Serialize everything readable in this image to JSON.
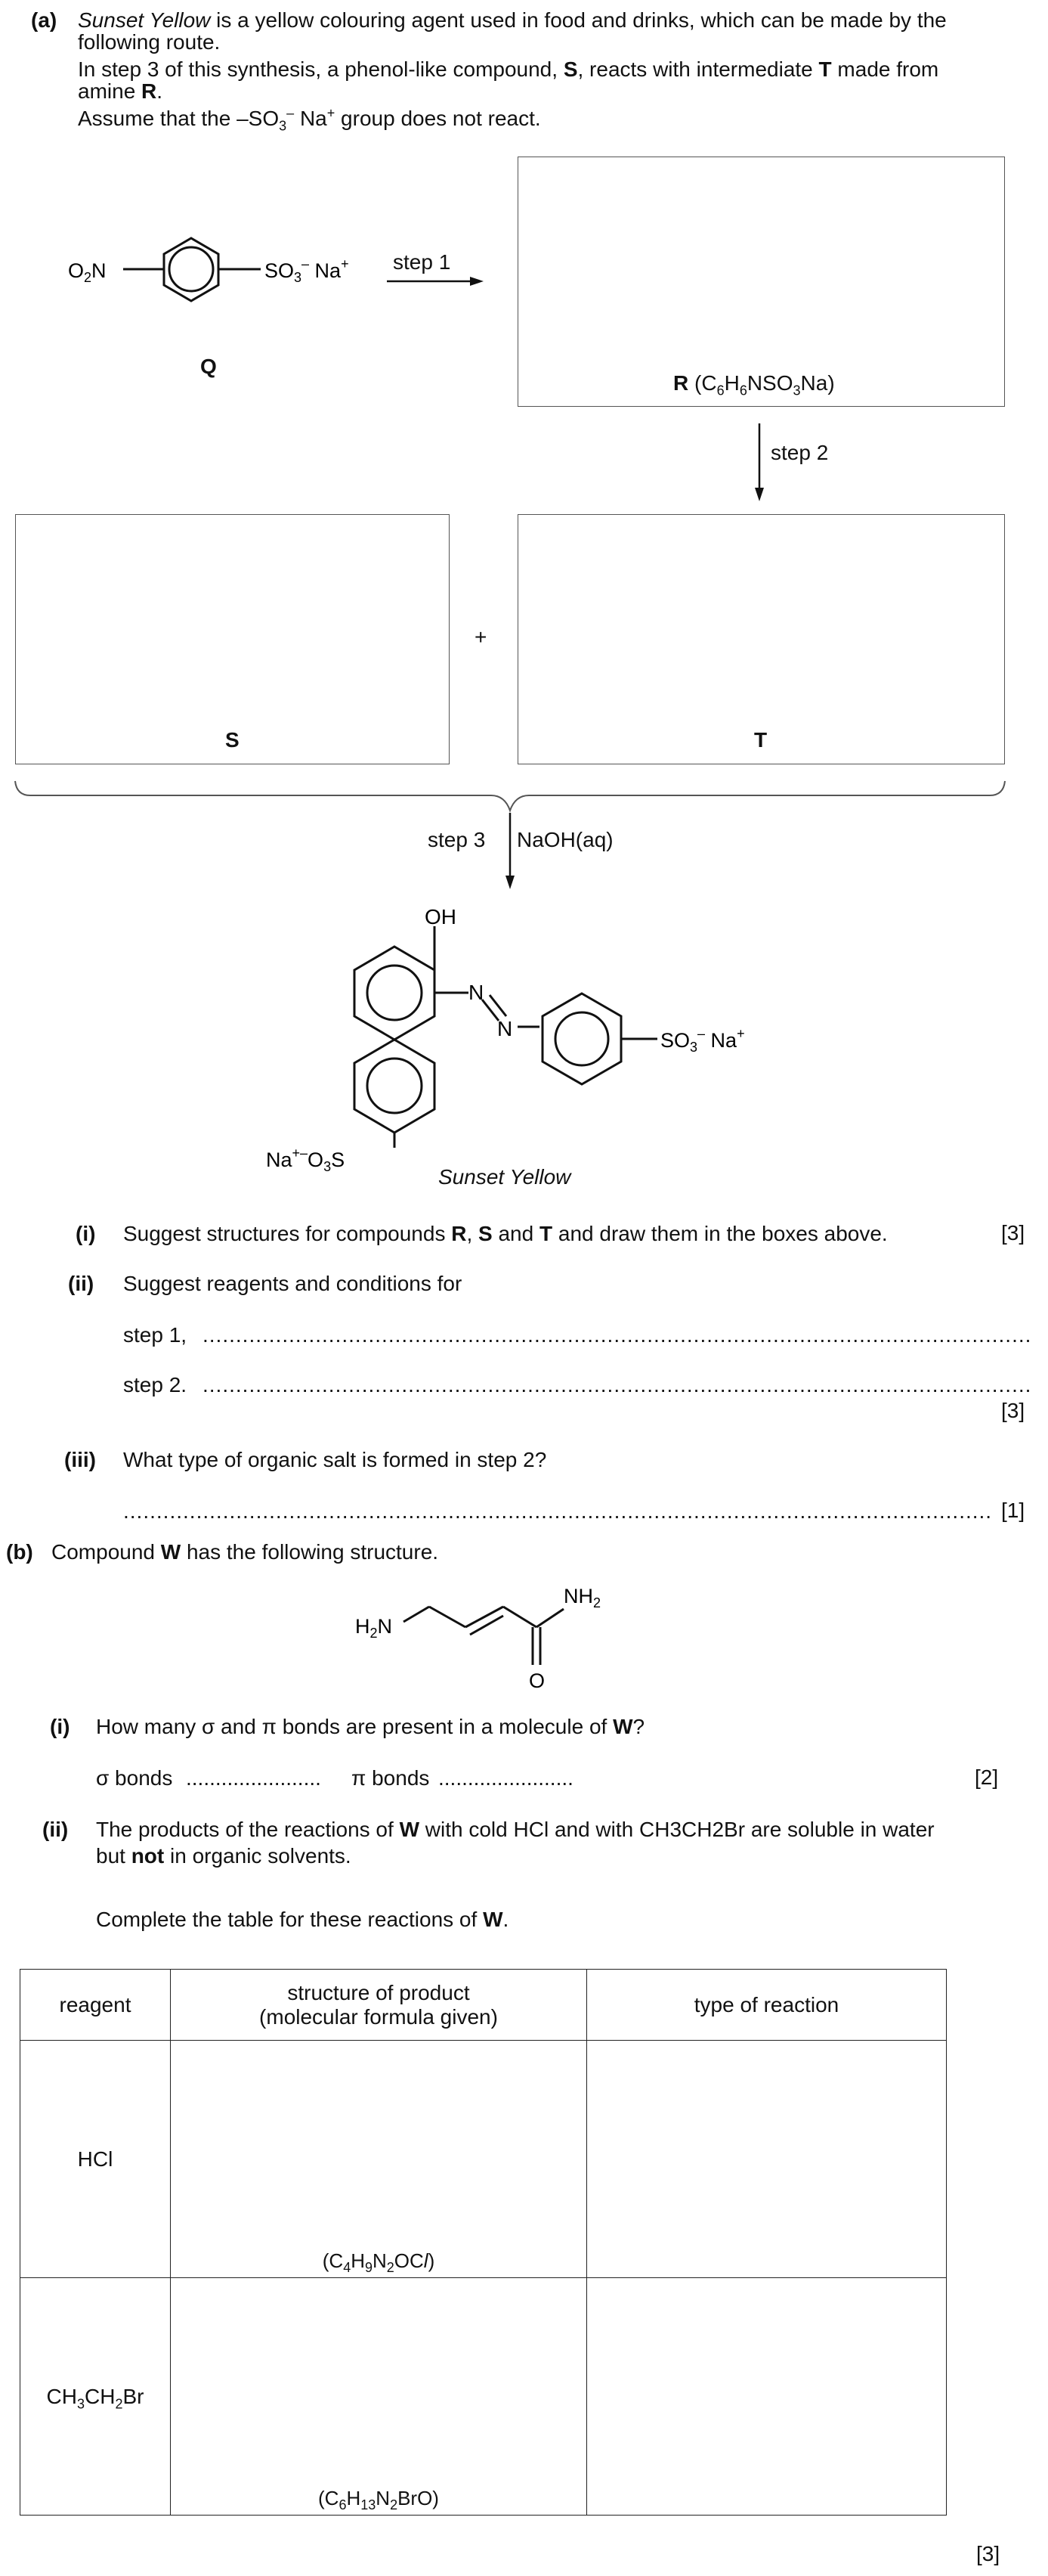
{
  "part_a": {
    "label": "(a)",
    "intro_italic": "Sunset Yellow",
    "intro_rest": " is a yellow colouring agent used in food and drinks, which can be made by the",
    "intro_line2": "following route.",
    "step3_line1_a": "In step 3 of this synthesis, a phenol-like compound, ",
    "step3_S": "S",
    "step3_line1_b": ", reacts with intermediate ",
    "step3_T": "T",
    "step3_line1_c": " made from",
    "step3_line2_a": "amine ",
    "step3_R": "R",
    "step3_line2_b": ".",
    "assume": "Assume that the –SO",
    "assume_rest": " group does not react.",
    "label_Q": "Q",
    "label_R_bold": "R",
    "label_R_formula": " (C6H6NSO3Na)",
    "label_S": "S",
    "label_T": "T",
    "plus": "+",
    "step1": "step 1",
    "step2": "step 2",
    "step3": "step 3",
    "naoh": "NaOH(aq)",
    "product_name": "Sunset Yellow",
    "q_i_num": "(i)",
    "q_i_text_a": "Suggest structures for compounds ",
    "q_i_R": "R",
    "q_i_comma": ", ",
    "q_i_S": "S",
    "q_i_and": " and ",
    "q_i_T": "T",
    "q_i_text_b": " and draw them in the boxes above.",
    "q_i_marks": "[3]",
    "q_ii_num": "(ii)",
    "q_ii_text": "Suggest reagents and conditions for",
    "q_ii_step1": "step 1,",
    "q_ii_step2": "step 2.",
    "q_ii_marks": "[3]",
    "q_iii_num": "(iii)",
    "q_iii_text": "What type of organic salt is formed in step 2?",
    "q_iii_marks": "[1]"
  },
  "part_b": {
    "label": "(b)",
    "intro_a": "Compound ",
    "intro_W": "W",
    "intro_b": " has the following structure.",
    "q_i_num": "(i)",
    "q_i_text_a": "How many σ and π bonds are present in a molecule of ",
    "q_i_W": "W",
    "q_i_text_b": "?",
    "sigma": "σ bonds",
    "pi": "π bonds",
    "q_i_marks": "[2]",
    "q_ii_num": "(ii)",
    "q_ii_line1_a": "The products of the reactions of ",
    "q_ii_W": "W",
    "q_ii_line1_b": " with cold HCl and with CH3CH2Br are soluble in water",
    "q_ii_line2_a": "but ",
    "q_ii_not": "not",
    "q_ii_line2_b": " in organic solvents.",
    "q_ii_complete_a": "Complete the table for these reactions of ",
    "q_ii_complete_W": "W",
    "q_ii_complete_b": ".",
    "table": {
      "headers": [
        "reagent",
        "structure of product",
        "(molecular formula given)",
        "type of reaction"
      ],
      "rows": [
        {
          "reagent": "HCl",
          "formula": "(C4H9N2OCl)"
        },
        {
          "reagent": "CH3CH2Br",
          "formula": "(C6H13N2BrO)"
        }
      ]
    },
    "q_ii_marks": "[3]"
  }
}
